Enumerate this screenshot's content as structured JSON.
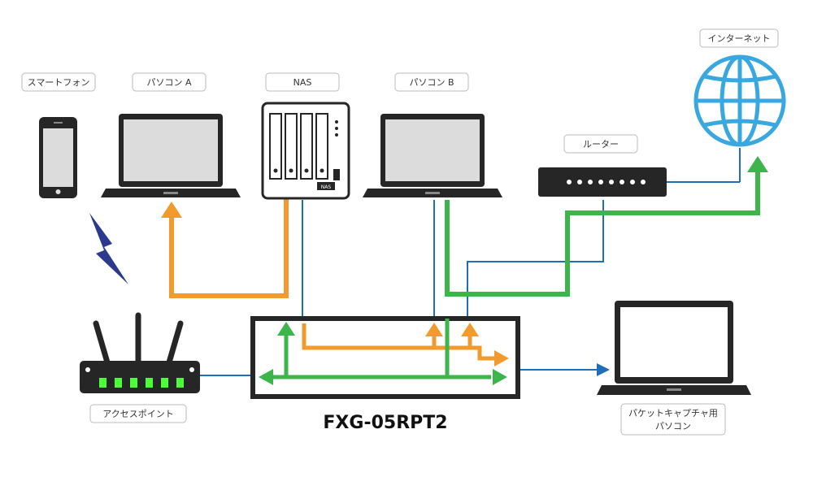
{
  "labels": {
    "smartphone": "スマートフォン",
    "pc_a": "パソコン A",
    "nas": "NAS",
    "pc_b": "パソコン B",
    "router": "ルーター",
    "internet": "インターネット",
    "access_point": "アクセスポイント",
    "capture_pc_line1": "パケットキャプチャ用",
    "capture_pc_line2": "パソコン",
    "switch_model": "FXG-05RPT2",
    "nas_badge": "NAS"
  },
  "colors": {
    "orange_flow": "#f39a2c",
    "green_flow": "#3cb54a",
    "blue_link": "#1f6fb8",
    "internet_globe": "#3aa8e0",
    "wireless": "#2b3a8f",
    "device_dark": "#262626",
    "ap_led": "#4cff3a"
  }
}
